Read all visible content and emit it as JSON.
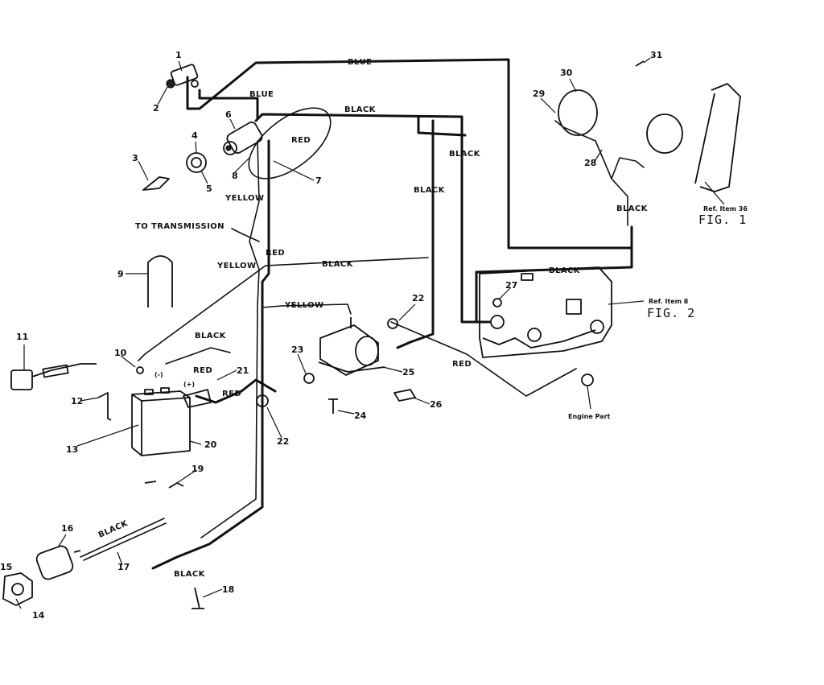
{
  "wire_labels": {
    "blue_top": "BLUE",
    "blue_left": "BLUE",
    "black_top": "BLACK",
    "black_right": "BLACK",
    "black_mid": "BLACK",
    "red_6": "RED",
    "yellow_upper": "YELLOW",
    "to_transmission": "TO TRANSMISSION",
    "red_vertical": "RED",
    "yellow_lower": "YELLOW",
    "black_horizontal": "BLACK",
    "black_item27": "BLACK",
    "black_headlight": "BLACK",
    "yellow_center": "YELLOW",
    "black_battery": "BLACK",
    "red_battery_top": "RED",
    "red_battery": "RED",
    "red_solenoid": "RED",
    "black_17": "BLACK",
    "black_18": "BLACK"
  },
  "callouts": [
    "1",
    "2",
    "3",
    "4",
    "5",
    "6",
    "7",
    "8",
    "9",
    "10",
    "11",
    "12",
    "13",
    "14",
    "15",
    "16",
    "17",
    "18",
    "19",
    "20",
    "21",
    "22",
    "22",
    "23",
    "24",
    "25",
    "26",
    "27",
    "28",
    "29",
    "30",
    "31"
  ],
  "annotations": {
    "ref_item_36": "Ref. Item 36",
    "fig1": "FIG. 1",
    "ref_item_8": "Ref. Item 8",
    "fig2": "FIG. 2",
    "engine_part": "Engine Part",
    "minus": "(-)",
    "plus": "(+)"
  }
}
